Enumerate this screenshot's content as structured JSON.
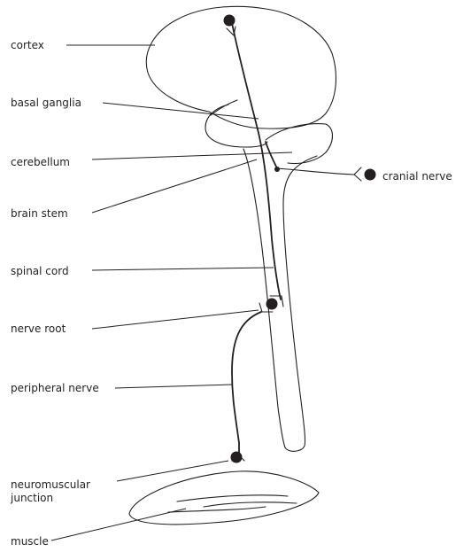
{
  "labels": {
    "cortex": "cortex",
    "basal_ganglia": "basal ganglia",
    "cerebellum": "cerebellum",
    "brain_stem": "brain stem",
    "spinal_cord": "spinal cord",
    "nerve_root": "nerve root",
    "peripheral_nerve": "peripheral nerve",
    "neuromuscular_junction_line1": "neuromuscular",
    "neuromuscular_junction_line2": "junction",
    "muscle": "muscle",
    "cranial_nerve": "cranial nerve"
  },
  "colors": {
    "ink": "#231f20",
    "background": "#ffffff"
  }
}
